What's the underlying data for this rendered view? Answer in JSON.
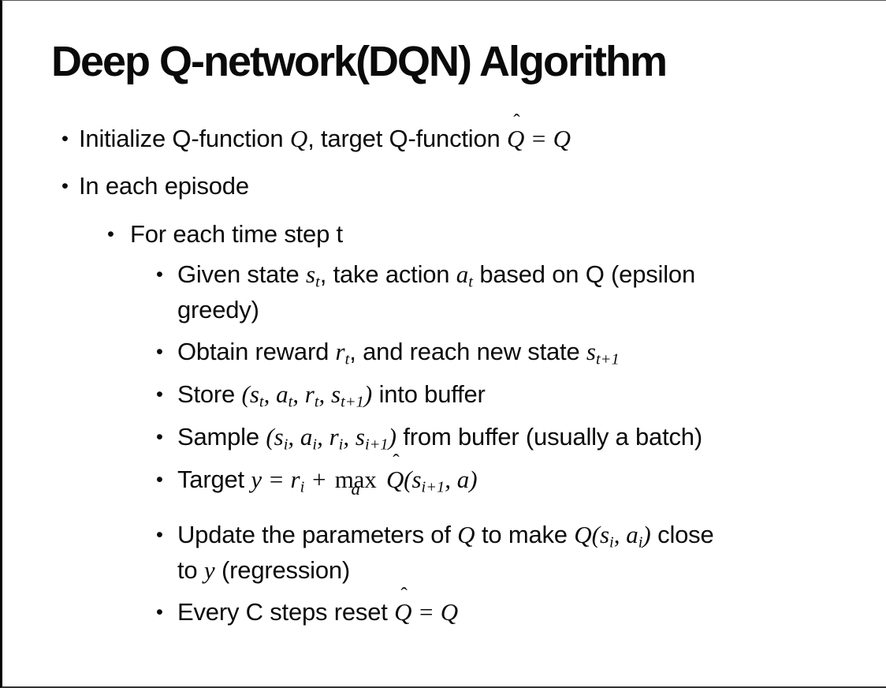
{
  "slide": {
    "title": "Deep Q-network(DQN) Algorithm",
    "bullets": [
      {
        "level": 1,
        "segments": [
          {
            "t": "t",
            "v": "Initialize Q-function "
          },
          {
            "t": "m",
            "v": "Q"
          },
          {
            "t": "t",
            "v": ", target Q-function "
          },
          {
            "t": "hat",
            "v": "Q"
          },
          {
            "t": "m",
            "v": " = Q"
          }
        ]
      },
      {
        "level": 1,
        "segments": [
          {
            "t": "t",
            "v": "In each episode"
          }
        ]
      },
      {
        "level": 2,
        "segments": [
          {
            "t": "t",
            "v": "For each time step t"
          }
        ]
      },
      {
        "level": 3,
        "wrap": "two-line",
        "segments": [
          {
            "t": "t",
            "v": "Given state "
          },
          {
            "t": "m",
            "v": "s"
          },
          {
            "t": "sub",
            "v": "t"
          },
          {
            "t": "t",
            "v": ", take action "
          },
          {
            "t": "m",
            "v": "a"
          },
          {
            "t": "sub",
            "v": "t"
          },
          {
            "t": "t",
            "v": " based on Q (epsilon"
          },
          {
            "t": "br"
          },
          {
            "t": "t",
            "v": "greedy)"
          }
        ]
      },
      {
        "level": 3,
        "segments": [
          {
            "t": "t",
            "v": "Obtain reward "
          },
          {
            "t": "m",
            "v": "r"
          },
          {
            "t": "sub",
            "v": "t"
          },
          {
            "t": "t",
            "v": ", and reach new state "
          },
          {
            "t": "m",
            "v": "s"
          },
          {
            "t": "sub",
            "v": "t+1"
          }
        ]
      },
      {
        "level": 3,
        "segments": [
          {
            "t": "t",
            "v": "Store "
          },
          {
            "t": "m",
            "v": "(s"
          },
          {
            "t": "sub",
            "v": "t"
          },
          {
            "t": "m",
            "v": ", a"
          },
          {
            "t": "sub",
            "v": "t"
          },
          {
            "t": "m",
            "v": ", r"
          },
          {
            "t": "sub",
            "v": "t"
          },
          {
            "t": "m",
            "v": ", s"
          },
          {
            "t": "sub",
            "v": "t+1"
          },
          {
            "t": "m",
            "v": ")"
          },
          {
            "t": "t",
            "v": " into buffer"
          }
        ]
      },
      {
        "level": 3,
        "segments": [
          {
            "t": "t",
            "v": "Sample "
          },
          {
            "t": "m",
            "v": "(s"
          },
          {
            "t": "sub",
            "v": "i"
          },
          {
            "t": "m",
            "v": ", a"
          },
          {
            "t": "sub",
            "v": "i"
          },
          {
            "t": "m",
            "v": ", r"
          },
          {
            "t": "sub",
            "v": "i"
          },
          {
            "t": "m",
            "v": ", s"
          },
          {
            "t": "sub",
            "v": "i+1"
          },
          {
            "t": "m",
            "v": ")"
          },
          {
            "t": "t",
            "v": " from buffer (usually a batch)"
          }
        ]
      },
      {
        "level": 3,
        "extra_below": true,
        "segments": [
          {
            "t": "t",
            "v": "Target "
          },
          {
            "t": "m",
            "v": "y = r"
          },
          {
            "t": "sub",
            "v": "i"
          },
          {
            "t": "m",
            "v": " + "
          },
          {
            "t": "stack",
            "top": "max",
            "bottom": "a"
          },
          {
            "t": "t",
            "v": " "
          },
          {
            "t": "hat",
            "v": "Q"
          },
          {
            "t": "m",
            "v": "(s"
          },
          {
            "t": "sub",
            "v": "i+1"
          },
          {
            "t": "m",
            "v": ", a)"
          }
        ]
      },
      {
        "level": 3,
        "wrap": "two-line",
        "segments": [
          {
            "t": "t",
            "v": "Update the parameters of "
          },
          {
            "t": "m",
            "v": "Q"
          },
          {
            "t": "t",
            "v": " to make "
          },
          {
            "t": "m",
            "v": "Q(s"
          },
          {
            "t": "sub",
            "v": "i"
          },
          {
            "t": "m",
            "v": ", a"
          },
          {
            "t": "sub",
            "v": "i"
          },
          {
            "t": "m",
            "v": ")"
          },
          {
            "t": "t",
            "v": " close"
          },
          {
            "t": "br"
          },
          {
            "t": "t",
            "v": "to "
          },
          {
            "t": "m",
            "v": "y"
          },
          {
            "t": "t",
            "v": " (regression)"
          }
        ]
      },
      {
        "level": 3,
        "segments": [
          {
            "t": "t",
            "v": "Every C steps reset "
          },
          {
            "t": "hat",
            "v": "Q"
          },
          {
            "t": "m",
            "v": " = Q"
          }
        ]
      }
    ],
    "bullet_glyph": "•",
    "hat_glyph": "ˆ",
    "text_color": "#0b0b0b",
    "border_color": "#000000"
  }
}
